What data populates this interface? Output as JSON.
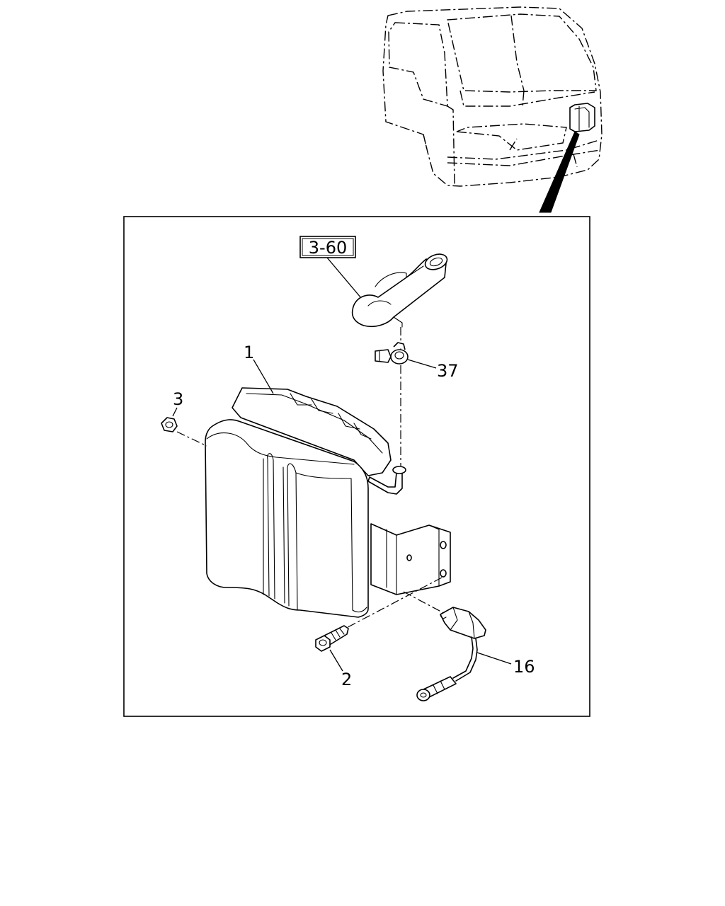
{
  "diagram": {
    "ref_box": "3-60",
    "callouts": {
      "tank": "1",
      "bolt": "2",
      "nut": "3",
      "sensor": "16",
      "clip": "37"
    }
  }
}
